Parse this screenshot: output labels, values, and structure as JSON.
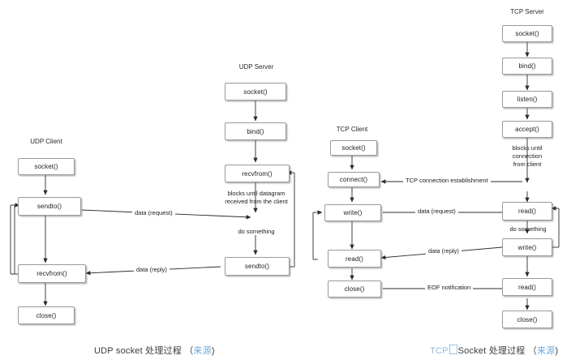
{
  "diagram": {
    "type": "flowchart",
    "background": "#ffffff",
    "box_border_color": "#9a9a9a",
    "link_color": "#6ea8d8"
  },
  "columns": {
    "udp_client": {
      "title": "UDP Client",
      "nodes": [
        {
          "label": "socket()"
        },
        {
          "label": "sendto()"
        },
        {
          "label": "recvfrom()"
        },
        {
          "label": "close()"
        }
      ]
    },
    "udp_server": {
      "title": "UDP Server",
      "nodes": [
        {
          "label": "socket()"
        },
        {
          "label": "bind()"
        },
        {
          "label": "recvfrom()"
        },
        {
          "label": "sendto()"
        }
      ],
      "notes": [
        {
          "label": "blocks until datagram\nreceived from the client"
        },
        {
          "label": "do something"
        }
      ]
    },
    "tcp_client": {
      "title": "TCP Client",
      "nodes": [
        {
          "label": "socket()"
        },
        {
          "label": "connect()"
        },
        {
          "label": "write()"
        },
        {
          "label": "read()"
        },
        {
          "label": "close()"
        }
      ]
    },
    "tcp_server": {
      "title": "TCP Server",
      "nodes": [
        {
          "label": "socket()"
        },
        {
          "label": "bind()"
        },
        {
          "label": "listen()"
        },
        {
          "label": "accept()"
        },
        {
          "label": "read()"
        },
        {
          "label": "write()"
        },
        {
          "label": "read()"
        },
        {
          "label": "close()"
        }
      ],
      "notes": [
        {
          "label": "blocks until\nconnection\nfrom client"
        },
        {
          "label": "do something"
        }
      ]
    }
  },
  "wire_labels": {
    "udp_data_request": "data (request)",
    "udp_data_reply": "data (reply)",
    "tcp_connection_establishment": "TCP connection establishment",
    "tcp_data_request": "data (request)",
    "tcp_data_reply": "data (reply)",
    "tcp_eof_notification": "EOF notification"
  },
  "captions": {
    "left": {
      "text": "UDP socket 处理过程",
      "paren_open": "（",
      "link": "来源",
      "paren_close": ")"
    },
    "right": {
      "prefix": "TCP",
      "missing_glyph": "⬚",
      "text": "Socket 处理过程",
      "paren_open": "（",
      "link": "来源",
      "paren_close": ")"
    }
  }
}
